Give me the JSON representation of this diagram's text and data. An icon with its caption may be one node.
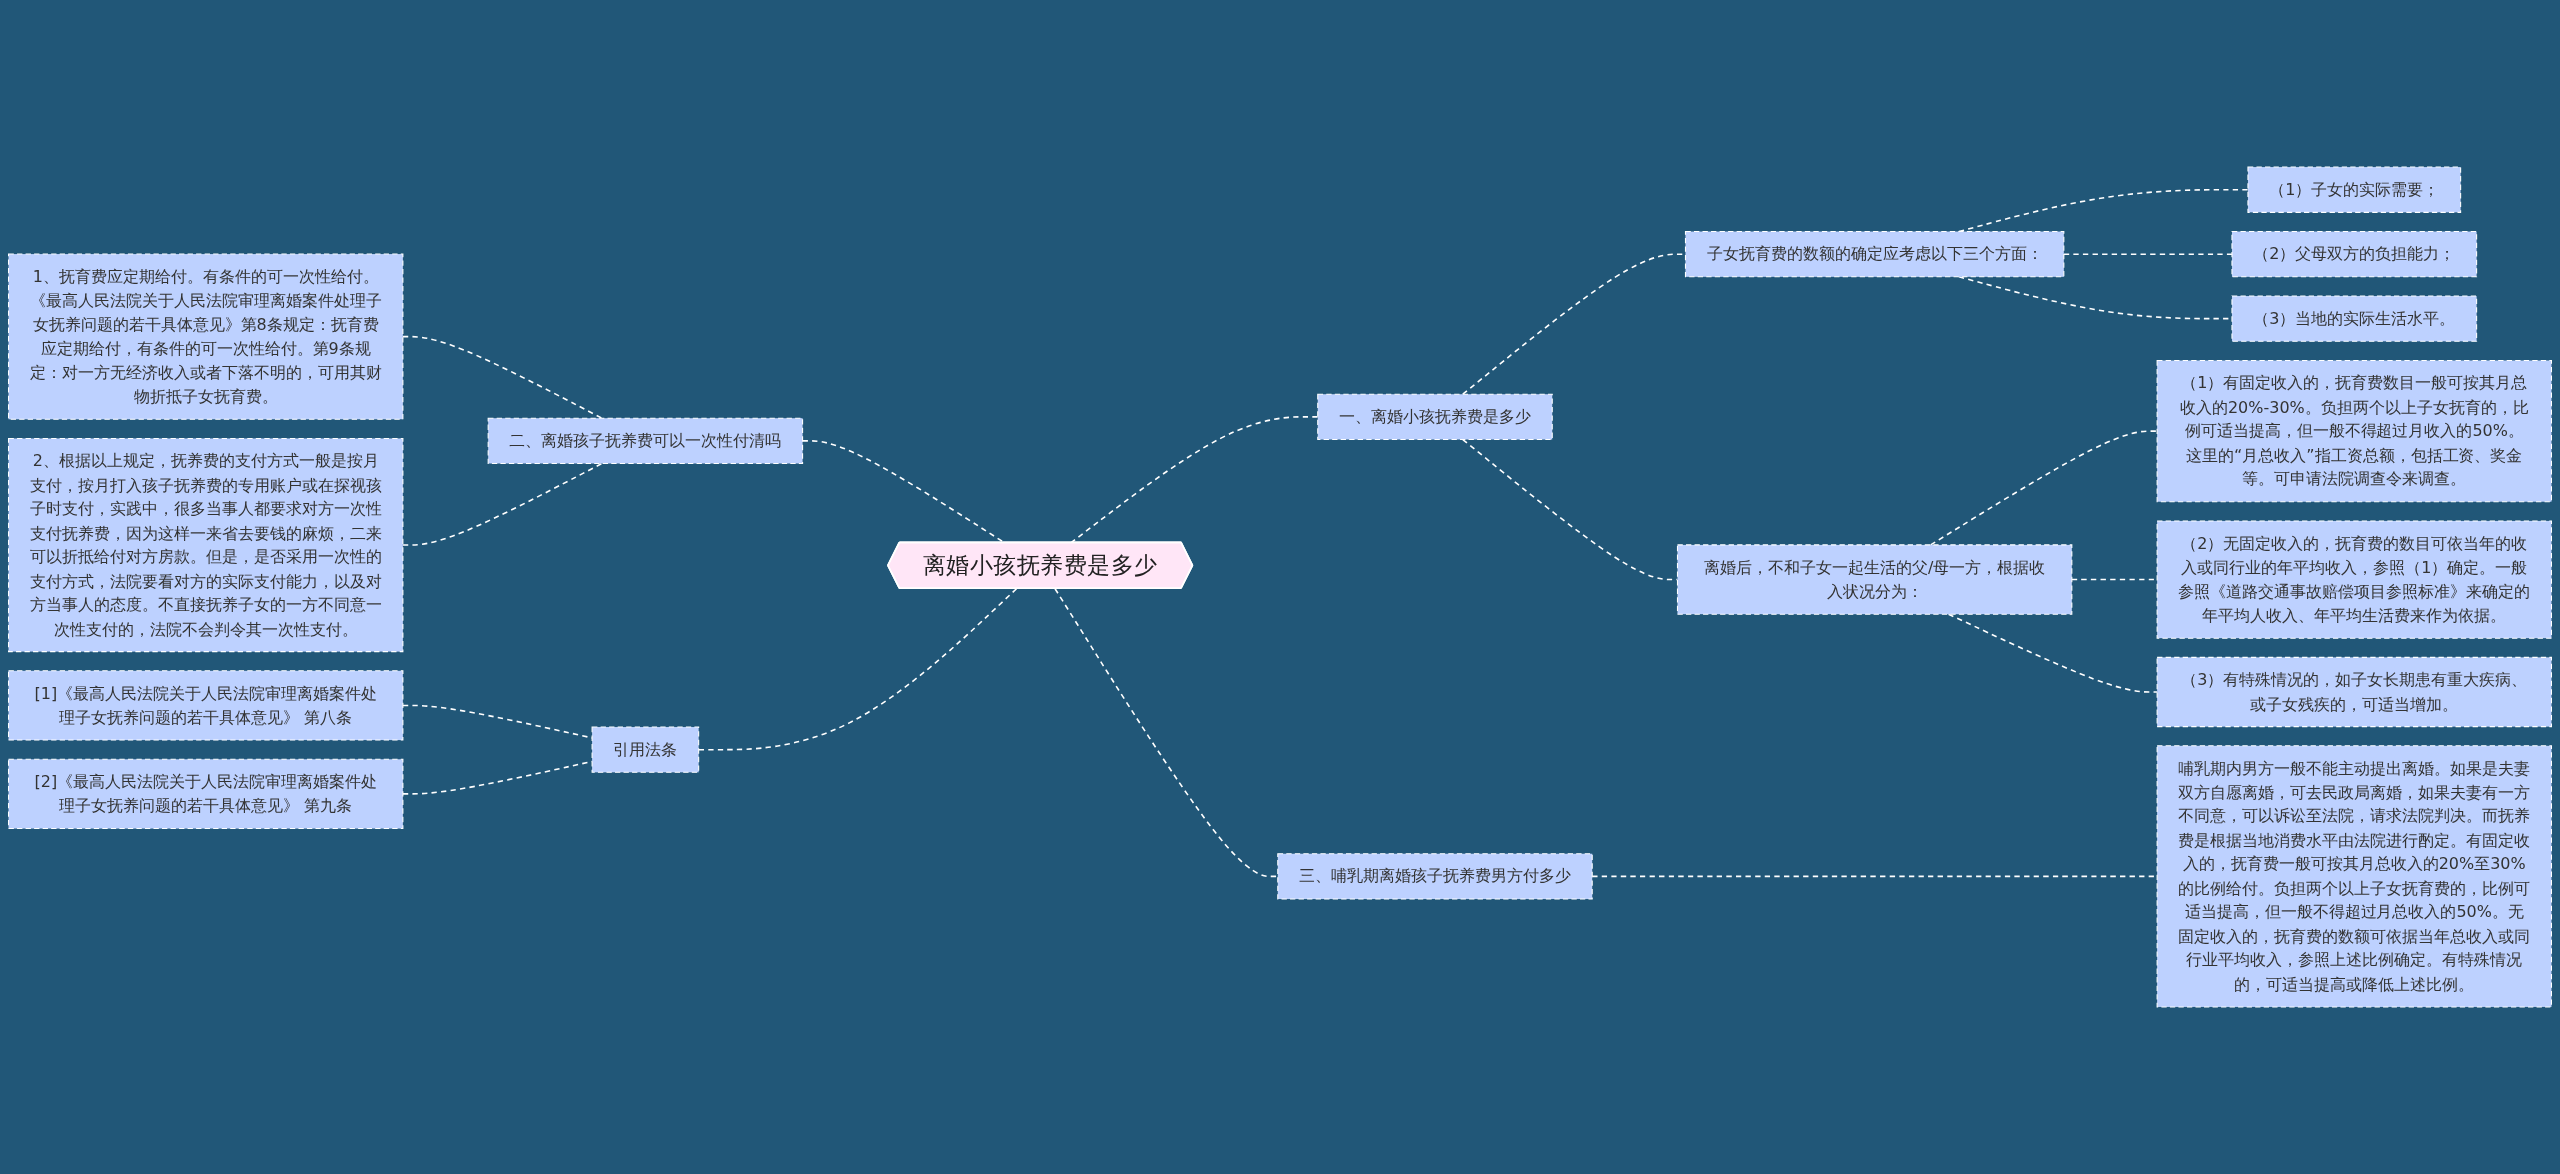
{
  "diagram": {
    "nodes": [
      {
        "text": [
          "离婚小孩抚养费是多少"
        ]
      },
      {
        "text": [
          "一、离婚小孩抚养费是多少"
        ]
      },
      {
        "text": [
          "子女抚育费的数额的确定应考虑以下三个方面："
        ]
      },
      {
        "text": [
          "（1）子女的实际需要；"
        ]
      },
      {
        "text": [
          "（2）父母双方的负担能力；"
        ]
      },
      {
        "text": [
          "（3）当地的实际生活水平。"
        ]
      },
      {
        "text": [
          "离婚后，不和子女一起生活的父/母一方，根据收入状况分为："
        ]
      },
      {
        "text": [
          "（1）有固定收入的，抚育费数目一般可按其月总收入的20%-30%。负担两个以上子女抚育的，比例可适当提高，但一般不得超过月收入的50%。这里的“月总收入”指工资总额，包括工资、奖金等。可申请法院调查令来调查。"
        ]
      },
      {
        "text": [
          "（2）无固定收入的，抚育费的数目可依当年的收入或同行业的年平均收入，参照（1）确定。一般参照《道路交通事故赔偿项目参照标准》来确定的年平均人收入、年平均生活费来作为依据。"
        ]
      },
      {
        "text": [
          "（3）有特殊情况的，如子女长期患有重大疾病、或子女残疾的，可适当增加。"
        ]
      },
      {
        "text": [
          "三、哺乳期离婚孩子抚养费男方付多少"
        ]
      },
      {
        "text": [
          "哺乳期内男方一般不能主动提出离婚。如果是夫妻双方自愿离婚，可去民政局离婚，如果夫妻有一方不同意，可以诉讼至法院，请求法院判决。而抚养费是根据当地消费水平由法院进行酌定。有固定收入的，抚育费一般可按其月总收入的20%至30%的比例给付。负担两个以上子女抚育费的，比例可适当提高，但一般不得超过月总收入的50%。无固定收入的，抚育费的数额可依据当年总收入或同行业平均收入，参照上述比例确定。有特殊情况的，可适当提高或降低上述比例。"
        ]
      },
      {
        "text": [
          "二、离婚孩子抚养费可以一次性付清吗"
        ]
      },
      {
        "text": [
          "1、抚育费应定期给付。有条件的可一次性给付。《最高人民法院关于人民法院审理离婚案件处理子女抚养问题的若干具体意见》第8条规定：抚育费应定期给付，有条件的可一次性给付。第9条规定：对一方无经济收入或者下落不明的，可用其财物折抵子女抚育费。"
        ]
      },
      {
        "text": [
          "2、根据以上规定，抚养费的支付方式一般是按月支付，按月打入孩子抚养费的专用账户或在探视孩子时支付，实践中，很多当事人都要求对方一次性支付抚养费，因为这样一来省去要钱的麻烦，二来可以折抵给付对方房款。但是，是否采用一次性的支付方式，法院要看对方的实际支付能力，以及对方当事人的态度。不直接抚养子女的一方不同意一次性支付的，法院不会判令其一次性支付。"
        ]
      },
      {
        "text": [
          "引用法条"
        ]
      },
      {
        "text": [
          "[1]《最高人民法院关于人民法院审理离婚案件处理子女抚养问题的若干具体意见》 第八条"
        ]
      },
      {
        "text": [
          "[2]《最高人民法院关于人民法院审理离婚案件处理子女抚养问题的若干具体意见》 第九条"
        ]
      }
    ],
    "edges": [
      {
        "from": 0,
        "to": 1,
        "arrow": "none",
        "style": "dashed"
      },
      {
        "from": 1,
        "to": 2,
        "arrow": "none",
        "style": "dashed"
      },
      {
        "from": 2,
        "to": 3,
        "arrow": "none",
        "style": "dashed"
      },
      {
        "from": 2,
        "to": 4,
        "arrow": "none",
        "style": "dashed"
      },
      {
        "from": 2,
        "to": 5,
        "arrow": "none",
        "style": "dashed"
      },
      {
        "from": 1,
        "to": 6,
        "arrow": "none",
        "style": "dashed"
      },
      {
        "from": 6,
        "to": 7,
        "arrow": "none",
        "style": "dashed"
      },
      {
        "from": 6,
        "to": 8,
        "arrow": "none",
        "style": "dashed"
      },
      {
        "from": 6,
        "to": 9,
        "arrow": "none",
        "style": "dashed"
      },
      {
        "from": 0,
        "to": 10,
        "arrow": "none",
        "style": "dashed"
      },
      {
        "from": 10,
        "to": 11,
        "arrow": "none",
        "style": "dashed"
      },
      {
        "from": 0,
        "to": 12,
        "arrow": "none",
        "style": "dashed"
      },
      {
        "from": 12,
        "to": 13,
        "arrow": "none",
        "style": "dashed"
      },
      {
        "from": 12,
        "to": 14,
        "arrow": "none",
        "style": "dashed"
      },
      {
        "from": 0,
        "to": 15,
        "arrow": "none",
        "style": "dashed"
      },
      {
        "from": 15,
        "to": 16,
        "arrow": "none",
        "style": "dashed"
      },
      {
        "from": 15,
        "to": 17,
        "arrow": "none",
        "style": "dashed"
      }
    ]
  }
}
